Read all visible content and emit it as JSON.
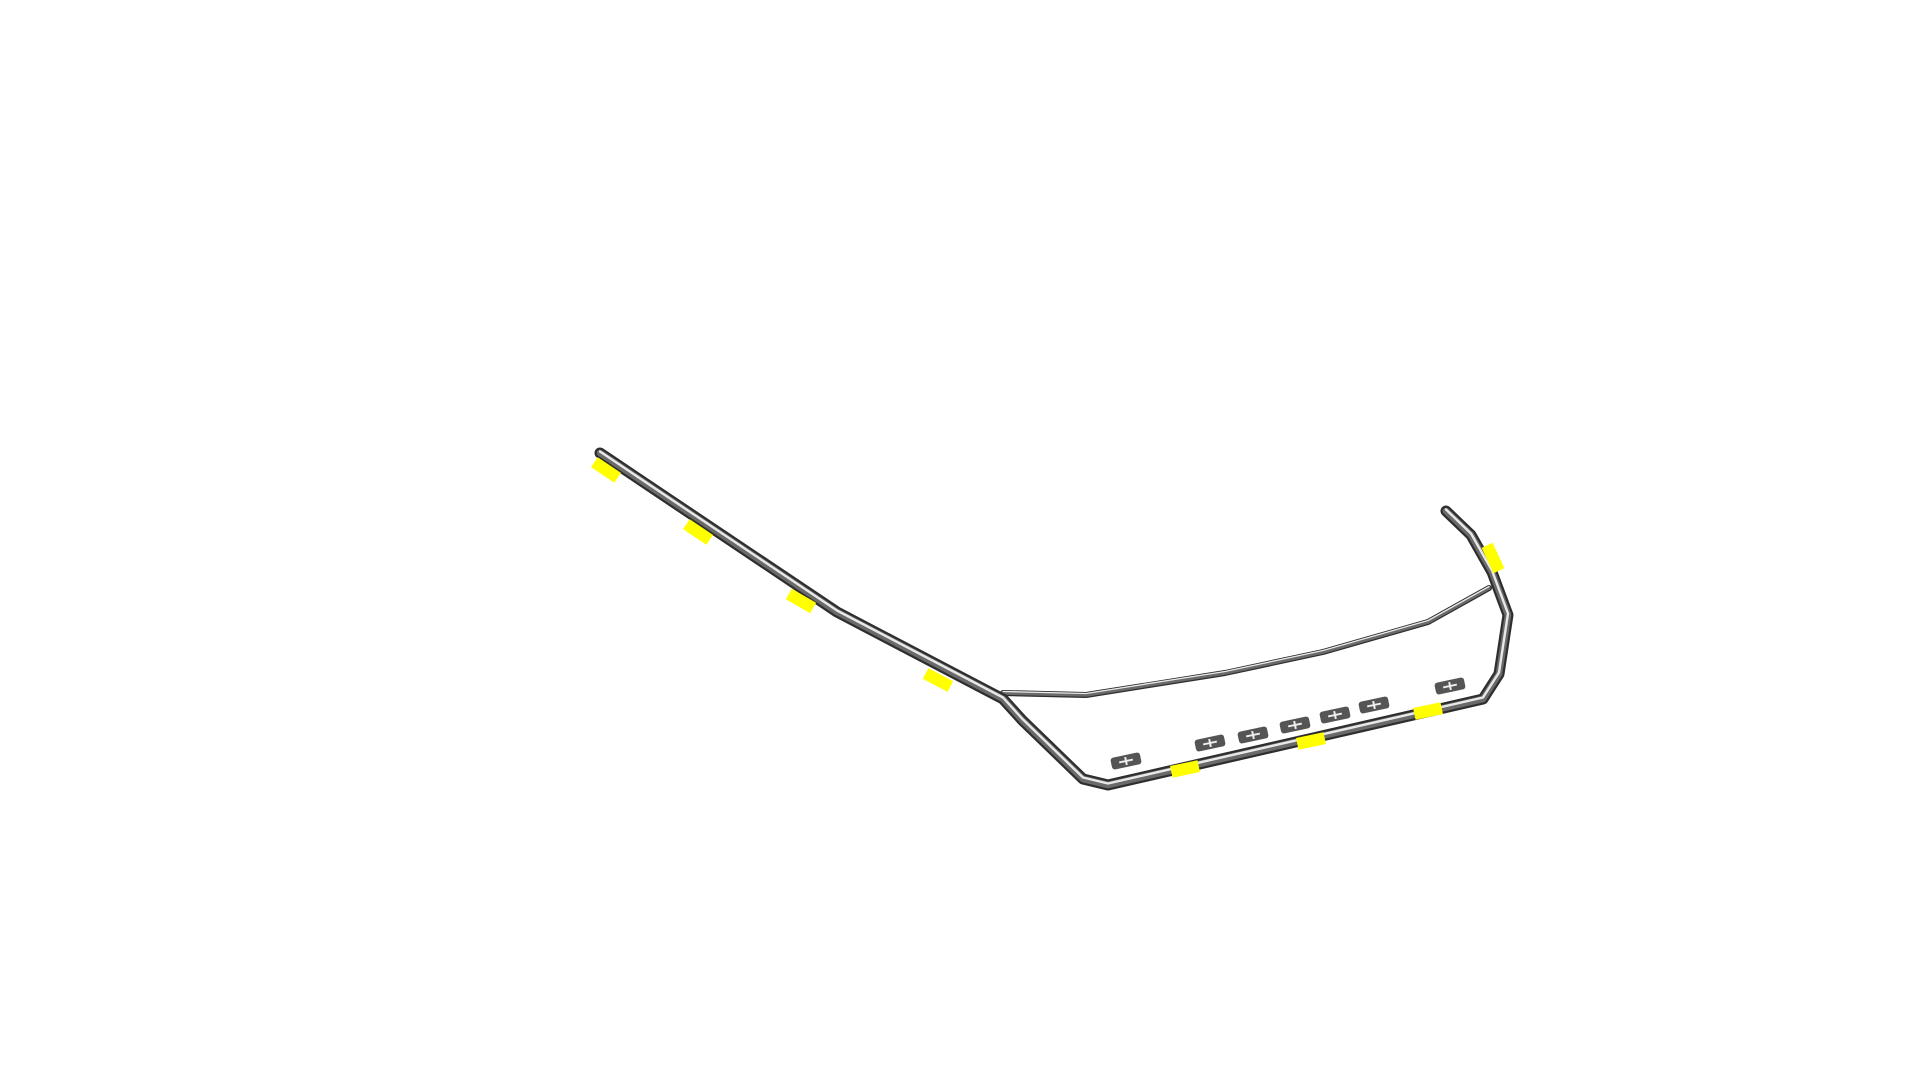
{
  "scene": {
    "background": "#ffffff",
    "tube_colors": {
      "dark": "#2e2e2e",
      "mid": "#6a6a6a",
      "highlight": "#e8e8e8"
    },
    "marker_color": "#ffff00",
    "bracket_color": "#555555",
    "parts": [
      "main-tube",
      "upper-tube",
      "yellow-markers",
      "mounting-brackets"
    ]
  }
}
